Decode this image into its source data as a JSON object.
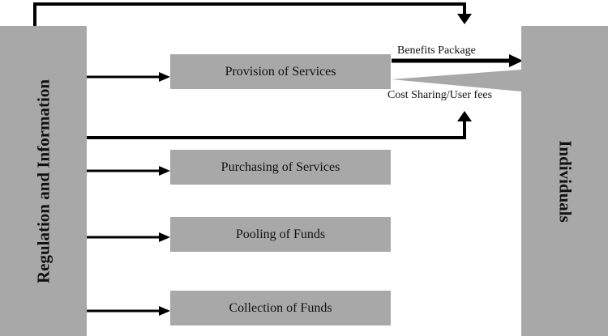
{
  "left_bar": {
    "label": "Regulation and Information"
  },
  "right_bar": {
    "label": "Individuals"
  },
  "functions": [
    {
      "label": "Provision of Services"
    },
    {
      "label": "Purchasing of Services"
    },
    {
      "label": "Pooling of Funds"
    },
    {
      "label": "Collection of Funds"
    }
  ],
  "flows": {
    "benefits_package": "Benefits Package",
    "cost_sharing": "Cost Sharing/User fees"
  }
}
